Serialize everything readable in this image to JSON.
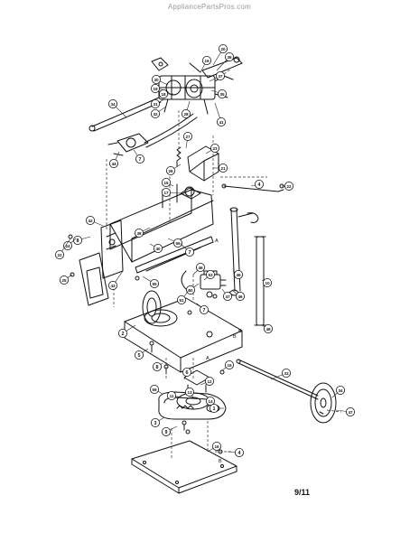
{
  "header": {
    "watermark": "AppliancePartsPros.com"
  },
  "page": {
    "indicator": "9/11"
  },
  "callouts": [
    {
      "label": "20"
    },
    {
      "label": "36"
    },
    {
      "label": "19"
    },
    {
      "label": "37"
    },
    {
      "label": "30"
    },
    {
      "label": "19"
    },
    {
      "label": "18"
    },
    {
      "label": "35"
    },
    {
      "label": "34"
    },
    {
      "label": "31"
    },
    {
      "label": "32"
    },
    {
      "label": "28"
    },
    {
      "label": "41"
    },
    {
      "label": "44"
    },
    {
      "label": "7"
    },
    {
      "label": "27"
    },
    {
      "label": "23"
    },
    {
      "label": "26"
    },
    {
      "label": "21"
    },
    {
      "label": "15"
    },
    {
      "label": "17"
    },
    {
      "label": "4"
    },
    {
      "label": "22"
    },
    {
      "label": "42"
    },
    {
      "label": "8"
    },
    {
      "label": "24"
    },
    {
      "label": "22"
    },
    {
      "label": "38"
    },
    {
      "label": "40"
    },
    {
      "label": "56"
    },
    {
      "label": "7"
    },
    {
      "label": "25"
    },
    {
      "label": "43"
    },
    {
      "label": "55"
    },
    {
      "label": "49"
    },
    {
      "label": "10"
    },
    {
      "label": "46"
    },
    {
      "label": "46"
    },
    {
      "label": "50"
    },
    {
      "label": "51"
    },
    {
      "label": "47"
    },
    {
      "label": "53"
    },
    {
      "label": "7"
    },
    {
      "label": "48"
    },
    {
      "label": "2"
    },
    {
      "label": "5"
    },
    {
      "label": "8"
    },
    {
      "label": "6"
    },
    {
      "label": "12"
    },
    {
      "label": "15"
    },
    {
      "label": "33"
    },
    {
      "label": "59"
    },
    {
      "label": "11"
    },
    {
      "label": "13"
    },
    {
      "label": "14"
    },
    {
      "label": "34"
    },
    {
      "label": "3"
    },
    {
      "label": "1"
    },
    {
      "label": "47"
    },
    {
      "label": "9"
    },
    {
      "label": "16"
    },
    {
      "label": "4"
    }
  ],
  "point_labels": [
    {
      "label": "A"
    },
    {
      "label": "B"
    },
    {
      "label": "A"
    },
    {
      "label": "B"
    },
    {
      "label": "B"
    }
  ]
}
